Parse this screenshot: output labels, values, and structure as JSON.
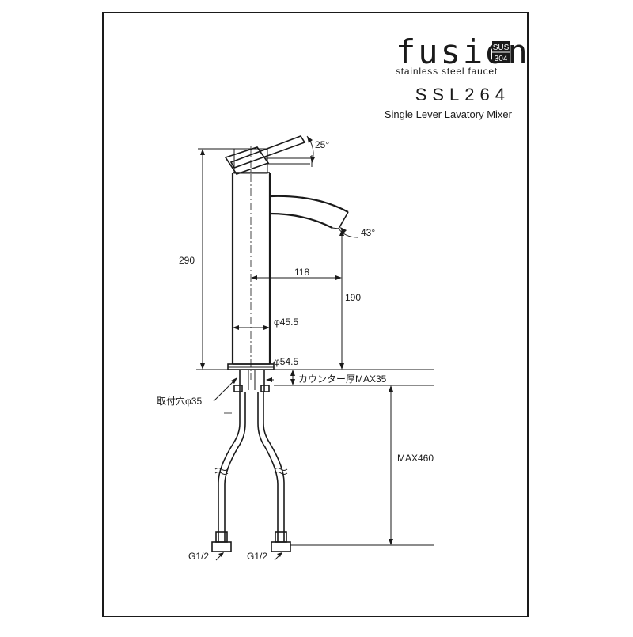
{
  "brand": {
    "name": "fusion",
    "badge_top": "SUS",
    "badge_bottom": "304",
    "tagline": "stainless steel faucet"
  },
  "product": {
    "model": "SSL264",
    "description": "Single Lever Lavatory Mixer"
  },
  "dimensions": {
    "lever_angle": "25°",
    "spout_angle": "43°",
    "total_height": "290",
    "spout_reach": "118",
    "spout_height": "190",
    "body_diameter": "φ45.5",
    "base_diameter": "φ54.5",
    "counter_thickness": "カウンター厚MAX35",
    "mounting_hole": "取付穴φ35",
    "hose_length": "MAX460",
    "left_connector": "G1/2",
    "right_connector": "G1/2"
  }
}
